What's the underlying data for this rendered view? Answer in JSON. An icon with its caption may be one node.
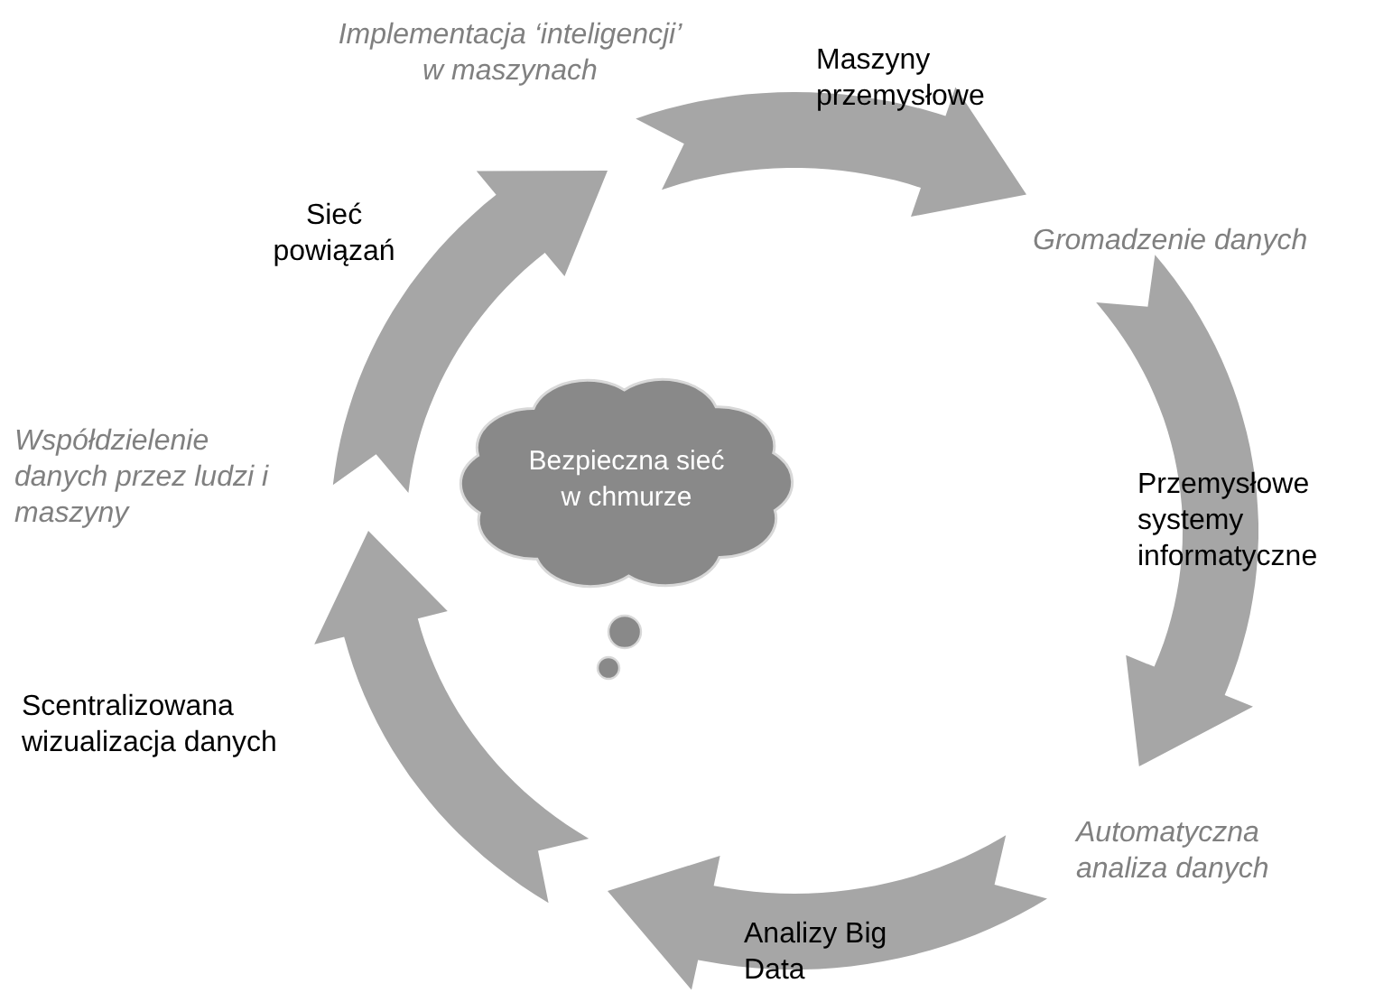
{
  "diagram": {
    "nodes": [
      {
        "text": [
          "Bezpieczna sieć w chmurze"
        ]
      }
    ],
    "labels": [
      "Implementacja ‘inteligencji’ w maszynach",
      "Maszyny przemysłowe",
      "Sieć powiązań",
      "Gromadzenie danych",
      "Współdzielenie danych przez ludzi i maszyny",
      "Przemysłowe systemy informatyczne",
      "Scentralizowana wizualizacja danych",
      "Automatyczna analiza danych",
      "Analizy Big Data"
    ]
  }
}
